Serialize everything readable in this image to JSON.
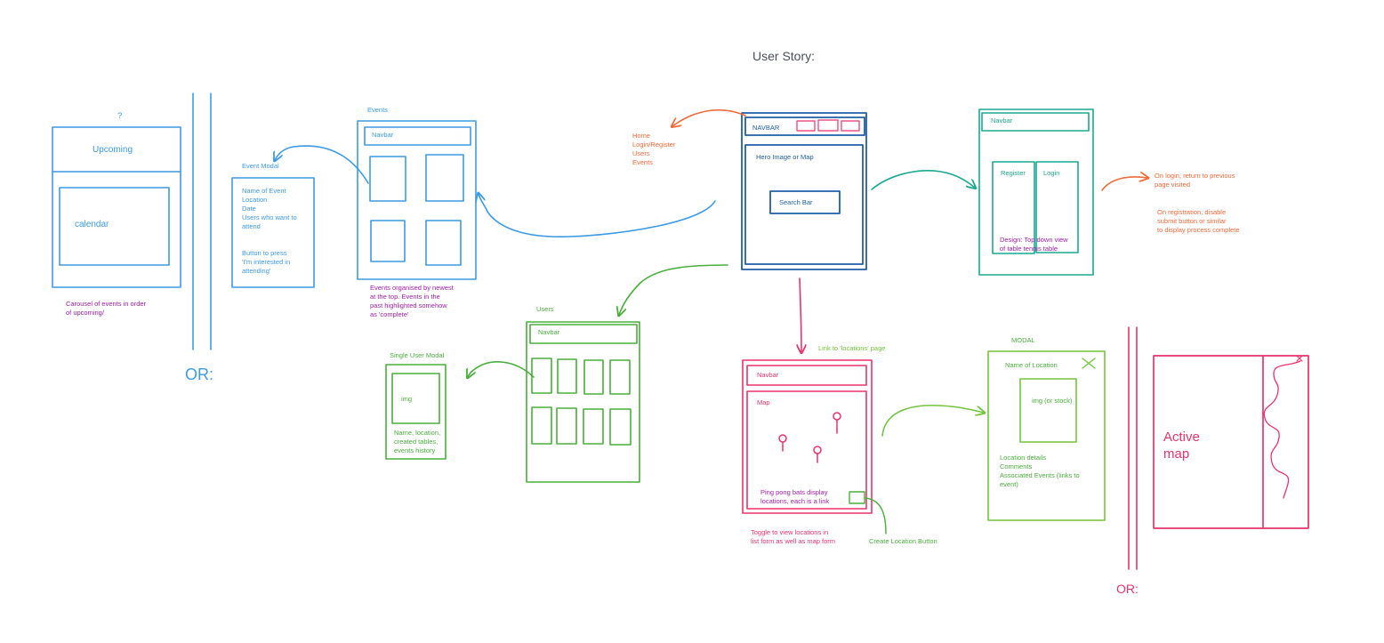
{
  "title": "User Story:",
  "colors": {
    "blue": "#3d9ae4",
    "navy": "#1f5fa8",
    "teal": "#1ba892",
    "green": "#4aad3d",
    "lime": "#73c43c",
    "pink": "#e8336c",
    "orange": "#f06a3a",
    "purple": "#a020a8",
    "gray": "#4a4f57"
  },
  "home": {
    "navbar": "NAVBAR",
    "hero": "Hero Image or Map",
    "search": "Search Bar",
    "links": "Home\nLogin/Register\nUsers\nEvents"
  },
  "auth": {
    "navbar": "Navbar",
    "register": "Register",
    "login": "Login",
    "design_note": "Design: Top down view\nof table tennis table",
    "login_note": "On login, return to previous\npage visited",
    "register_note": "On registration, disable\nsubmit button or similar\nto display process complete"
  },
  "events": {
    "label": "Events",
    "navbar": "Navbar",
    "note": "Events organised by newest\nat the top. Events in the\npast highlighted somehow\nas 'complete'"
  },
  "event_modal": {
    "label": "Event Modal",
    "fields": "Name of Event\nLocation\nDate\nUsers who want to\nattend",
    "button": "Button to press\n'I'm interested in\nattending'"
  },
  "carousel": {
    "question": "?",
    "upcoming": "Upcoming",
    "calendar": "calendar",
    "note": "Carousel of events in order\nof upcoming/",
    "or": "OR:"
  },
  "users": {
    "label": "Users",
    "navbar": "Navbar"
  },
  "single_user": {
    "label": "Single User Modal",
    "img": "img",
    "details": "Name, location,\ncreated tables,\nevents history"
  },
  "locations": {
    "link_note": "Link to 'locations' page",
    "navbar": "Navbar",
    "map": "Map",
    "bats_note": "Ping pong bats display\nlocations, each is a link",
    "toggle_note": "Toggle to view locations in\nlist form as well as map form",
    "create_button": "Create Location Button"
  },
  "location_modal": {
    "label": "MODAL",
    "name": "Name of Location",
    "img": "img (or stock)",
    "details": "Location details\nComments\nAssociated Events (links to\nevent)"
  },
  "active_map": {
    "or": "OR:",
    "label": "Active\nmap"
  }
}
